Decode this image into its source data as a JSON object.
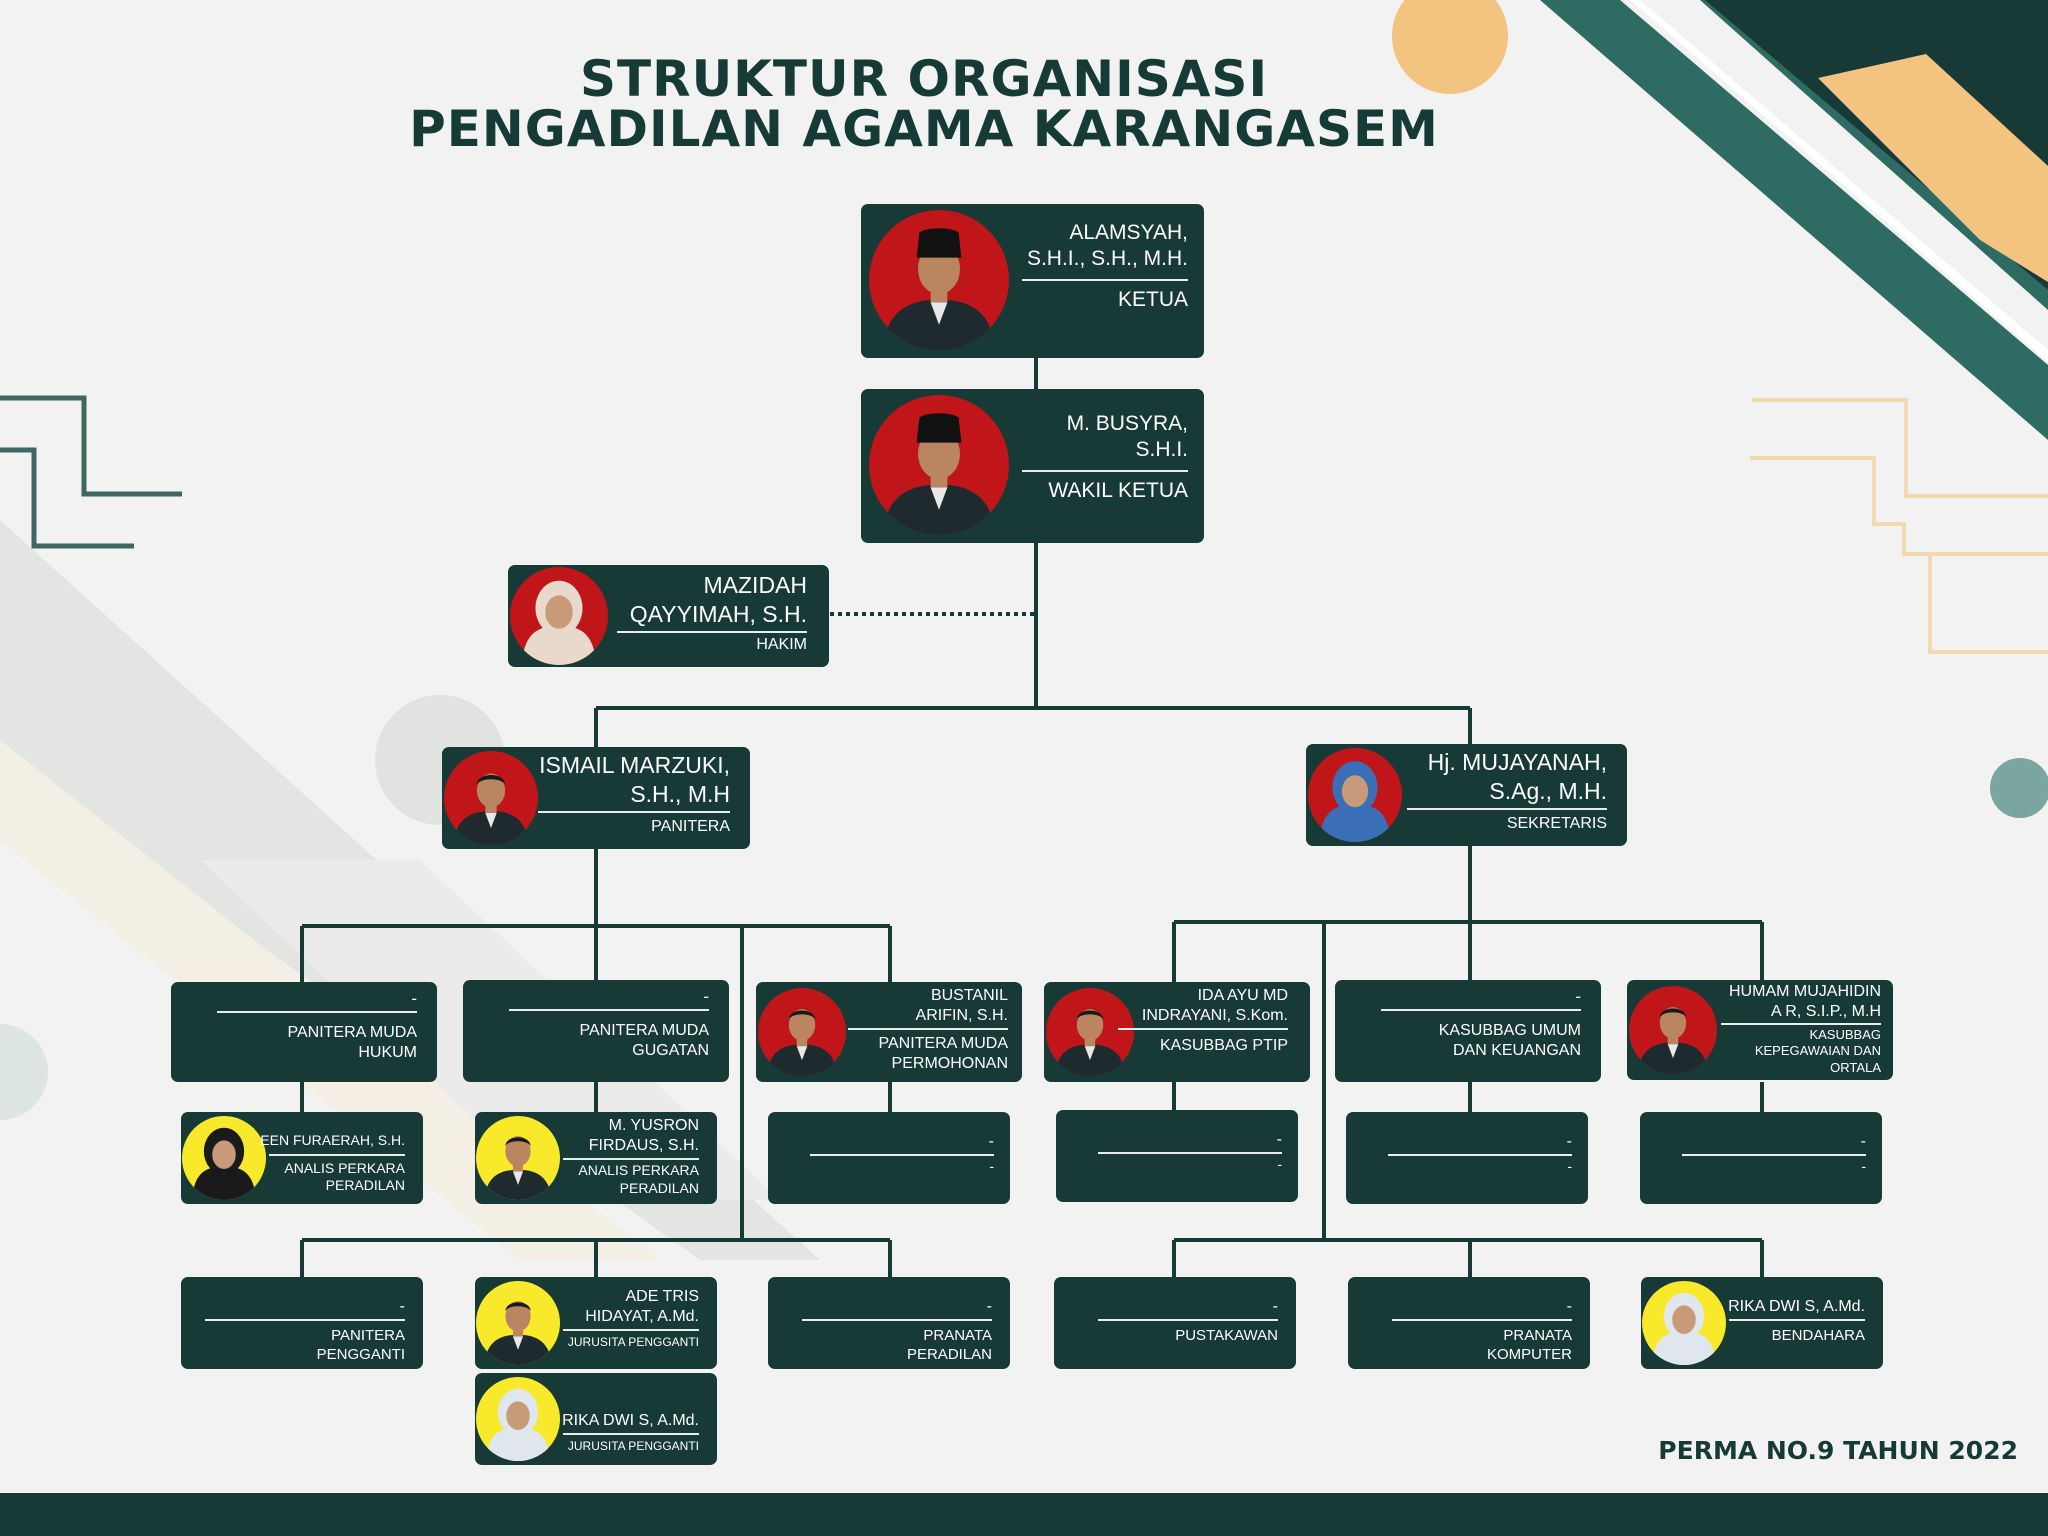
{
  "header": {
    "title_line1": "STRUKTUR ORGANISASI",
    "title_line2": "PENGADILAN AGAMA KARANGASEM"
  },
  "footer": {
    "regulation": "PERMA NO.9 TAHUN 2022"
  },
  "colors": {
    "card": "#173a36",
    "connector": "#173a36",
    "title": "#163a35",
    "photo_red": "#c0161a",
    "photo_yellow": "#f8ea2b",
    "accent_orange": "#f2c47f",
    "accent_teal": "#2d6b63"
  },
  "people": {
    "ketua": {
      "name_line1": "ALAMSYAH,",
      "name_line2": "S.H.I., S.H., M.H.",
      "role": "KETUA"
    },
    "wakil_ketua": {
      "name_line1": "M. BUSYRA,",
      "name_line2": "S.H.I.",
      "role": "WAKIL KETUA"
    },
    "hakim": {
      "name_line1": "MAZIDAH",
      "name_line2": "QAYYIMAH, S.H.",
      "role": "HAKIM"
    },
    "panitera": {
      "name_line1": "ISMAIL MARZUKI,",
      "name_line2": "S.H., M.H",
      "role": "PANITERA"
    },
    "sekretaris": {
      "name_line1": "Hj. MUJAYANAH,",
      "name_line2": "S.Ag., M.H.",
      "role": "SEKRETARIS"
    },
    "pm_hukum": {
      "name": "-",
      "role_line1": "PANITERA MUDA",
      "role_line2": "HUKUM"
    },
    "pm_gugatan": {
      "name": "-",
      "role_line1": "PANITERA MUDA",
      "role_line2": "GUGATAN"
    },
    "pm_permohonan": {
      "name_line1": "BUSTANIL",
      "name_line2": "ARIFIN, S.H.",
      "role_line1": "PANITERA MUDA",
      "role_line2": "PERMOHONAN"
    },
    "kasubbag_ptip": {
      "name_line1": "IDA AYU MD",
      "name_line2": "INDRAYANI, S.Kom.",
      "role": "KASUBBAG PTIP"
    },
    "kasubbag_umum": {
      "name": "-",
      "role_line1": "KASUBBAG UMUM",
      "role_line2": "DAN KEUANGAN"
    },
    "kasubbag_kepegawaian": {
      "name_line1": "HUMAM MUJAHIDIN",
      "name_line2": "A R, S.I.P., M.H",
      "role_line1": "KASUBBAG",
      "role_line2": "KEPEGAWAIAN DAN",
      "role_line3": "ORTALA"
    },
    "analis_1": {
      "name": "EEN FURAERAH, S.H.",
      "role_line1": "ANALIS PERKARA",
      "role_line2": "PERADILAN"
    },
    "analis_2": {
      "name_line1": "M. YUSRON",
      "name_line2": "FIRDAUS, S.H.",
      "role_line1": "ANALIS PERKARA",
      "role_line2": "PERADILAN"
    },
    "staff_permohonan": {
      "name": "-",
      "role": "-"
    },
    "staff_ptip": {
      "name": "-",
      "role": "-"
    },
    "staff_umum": {
      "name": "-",
      "role": "-"
    },
    "staff_kepegawaian": {
      "name": "-",
      "role": "-"
    },
    "panitera_pengganti": {
      "name": "-",
      "role_line1": "PANITERA",
      "role_line2": "PENGGANTI"
    },
    "jurusita_1": {
      "name_line1": "ADE TRIS",
      "name_line2": "HIDAYAT, A.Md.",
      "role": "JURUSITA PENGGANTI"
    },
    "jurusita_2": {
      "name": "RIKA DWI S, A.Md.",
      "role": "JURUSITA PENGGANTI"
    },
    "pranata_peradilan": {
      "name": "-",
      "role_line1": "PRANATA",
      "role_line2": "PERADILAN"
    },
    "pustakawan": {
      "name": "-",
      "role": "PUSTAKAWAN"
    },
    "pranata_komputer": {
      "name": "-",
      "role_line1": "PRANATA",
      "role_line2": "KOMPUTER"
    },
    "bendahara": {
      "name": "RIKA DWI S, A.Md.",
      "role": "BENDAHARA"
    }
  }
}
